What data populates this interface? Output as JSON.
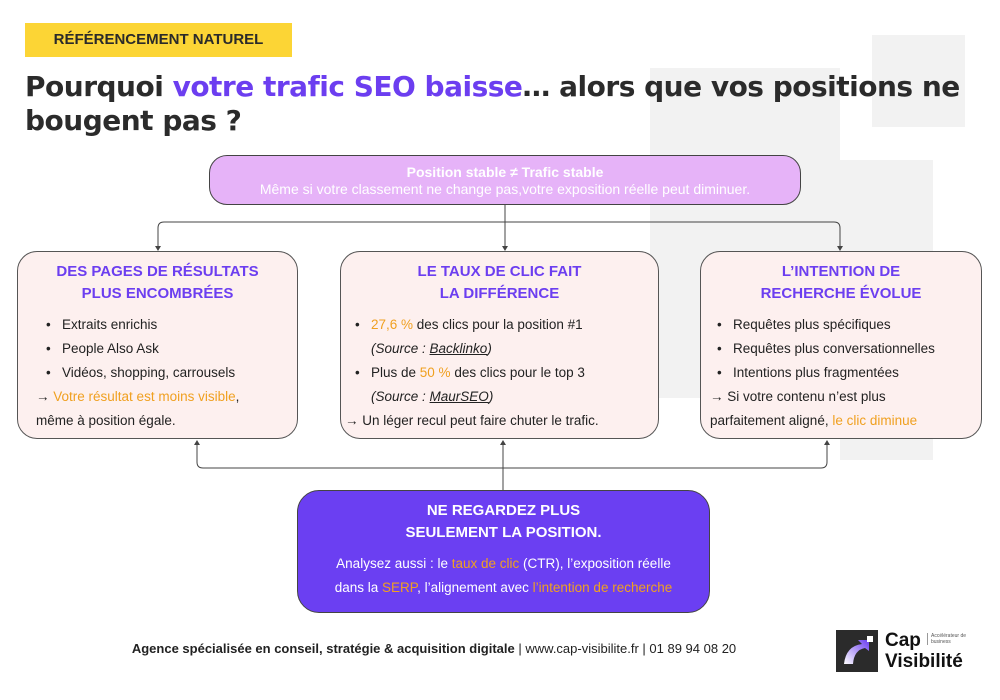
{
  "badge": "RÉFÉRENCEMENT NATUREL",
  "title": {
    "part1": "Pourquoi ",
    "highlight": "votre trafic SEO baisse",
    "part2": "… alors que vos positions ne bougent pas ?"
  },
  "top_box": {
    "title": "Position stable ≠ Trafic stable",
    "text": "Même si votre classement ne change pas,votre exposition réelle peut diminuer."
  },
  "cards": [
    {
      "title_line1": "DES PAGES DE RÉSULTATS",
      "title_line2": "PLUS ENCOMBRÉES",
      "items": [
        "Extraits enrichis",
        "People Also Ask",
        "Vidéos, shopping, carrousels"
      ],
      "conclusion_prefix": "→ ",
      "conclusion_highlight": "Votre résultat est moins visible",
      "conclusion_rest": ",",
      "conclusion_line2": "même à position égale."
    },
    {
      "title_line1": "LE TAUX DE CLIC FAIT",
      "title_line2": "LA DIFFÉRENCE",
      "item1_highlight": "27,6 %",
      "item1_text": " des clics pour la position #1",
      "item1_source_prefix": "(Source : ",
      "item1_source": "Backlinko",
      "item1_source_suffix": ")",
      "item2_prefix": "Plus de ",
      "item2_highlight": "50 %",
      "item2_text": " des clics pour le top 3",
      "item2_source_prefix": "(Source : ",
      "item2_source": "MaurSEO",
      "item2_source_suffix": ")",
      "conclusion": "→ Un léger recul peut faire chuter le trafic."
    },
    {
      "title_line1": "L’INTENTION DE",
      "title_line2": "RECHERCHE ÉVOLUE",
      "items": [
        "Requêtes plus spécifiques",
        "Requêtes plus conversationnelles",
        " Intentions plus fragmentées"
      ],
      "conclusion_line1": "→ Si votre contenu n’est plus",
      "conclusion_line2": "parfaitement aligné, ",
      "conclusion_highlight": "le clic diminue"
    }
  ],
  "bottom_box": {
    "title_line1": "NE REGARDEZ PLUS",
    "title_line2": "SEULEMENT LA POSITION.",
    "t1": "Analysez aussi : le ",
    "h1": "taux de clic",
    "t2": " (CTR), l’exposition réelle",
    "t3": "dans la ",
    "h2": "SERP",
    "t4": ", l’alignement avec ",
    "h3": "l’intention de recherche"
  },
  "footer": {
    "agency": "Agence spécialisée en conseil, stratégie & acquisition digitale",
    "sep1": " | ",
    "website": "www.cap-visibilite.fr",
    "sep2": " | ",
    "phone": "01 89 94 08 20"
  },
  "logo": {
    "line1": "Cap",
    "line2": "Visibilité",
    "tagline": "Accélérateur de business"
  },
  "colors": {
    "accent": "#6c3ef0",
    "highlight": "#f0a020",
    "badge": "#fcd535",
    "top_box": "#e6b3f8",
    "card_bg": "#fdf0ef"
  }
}
